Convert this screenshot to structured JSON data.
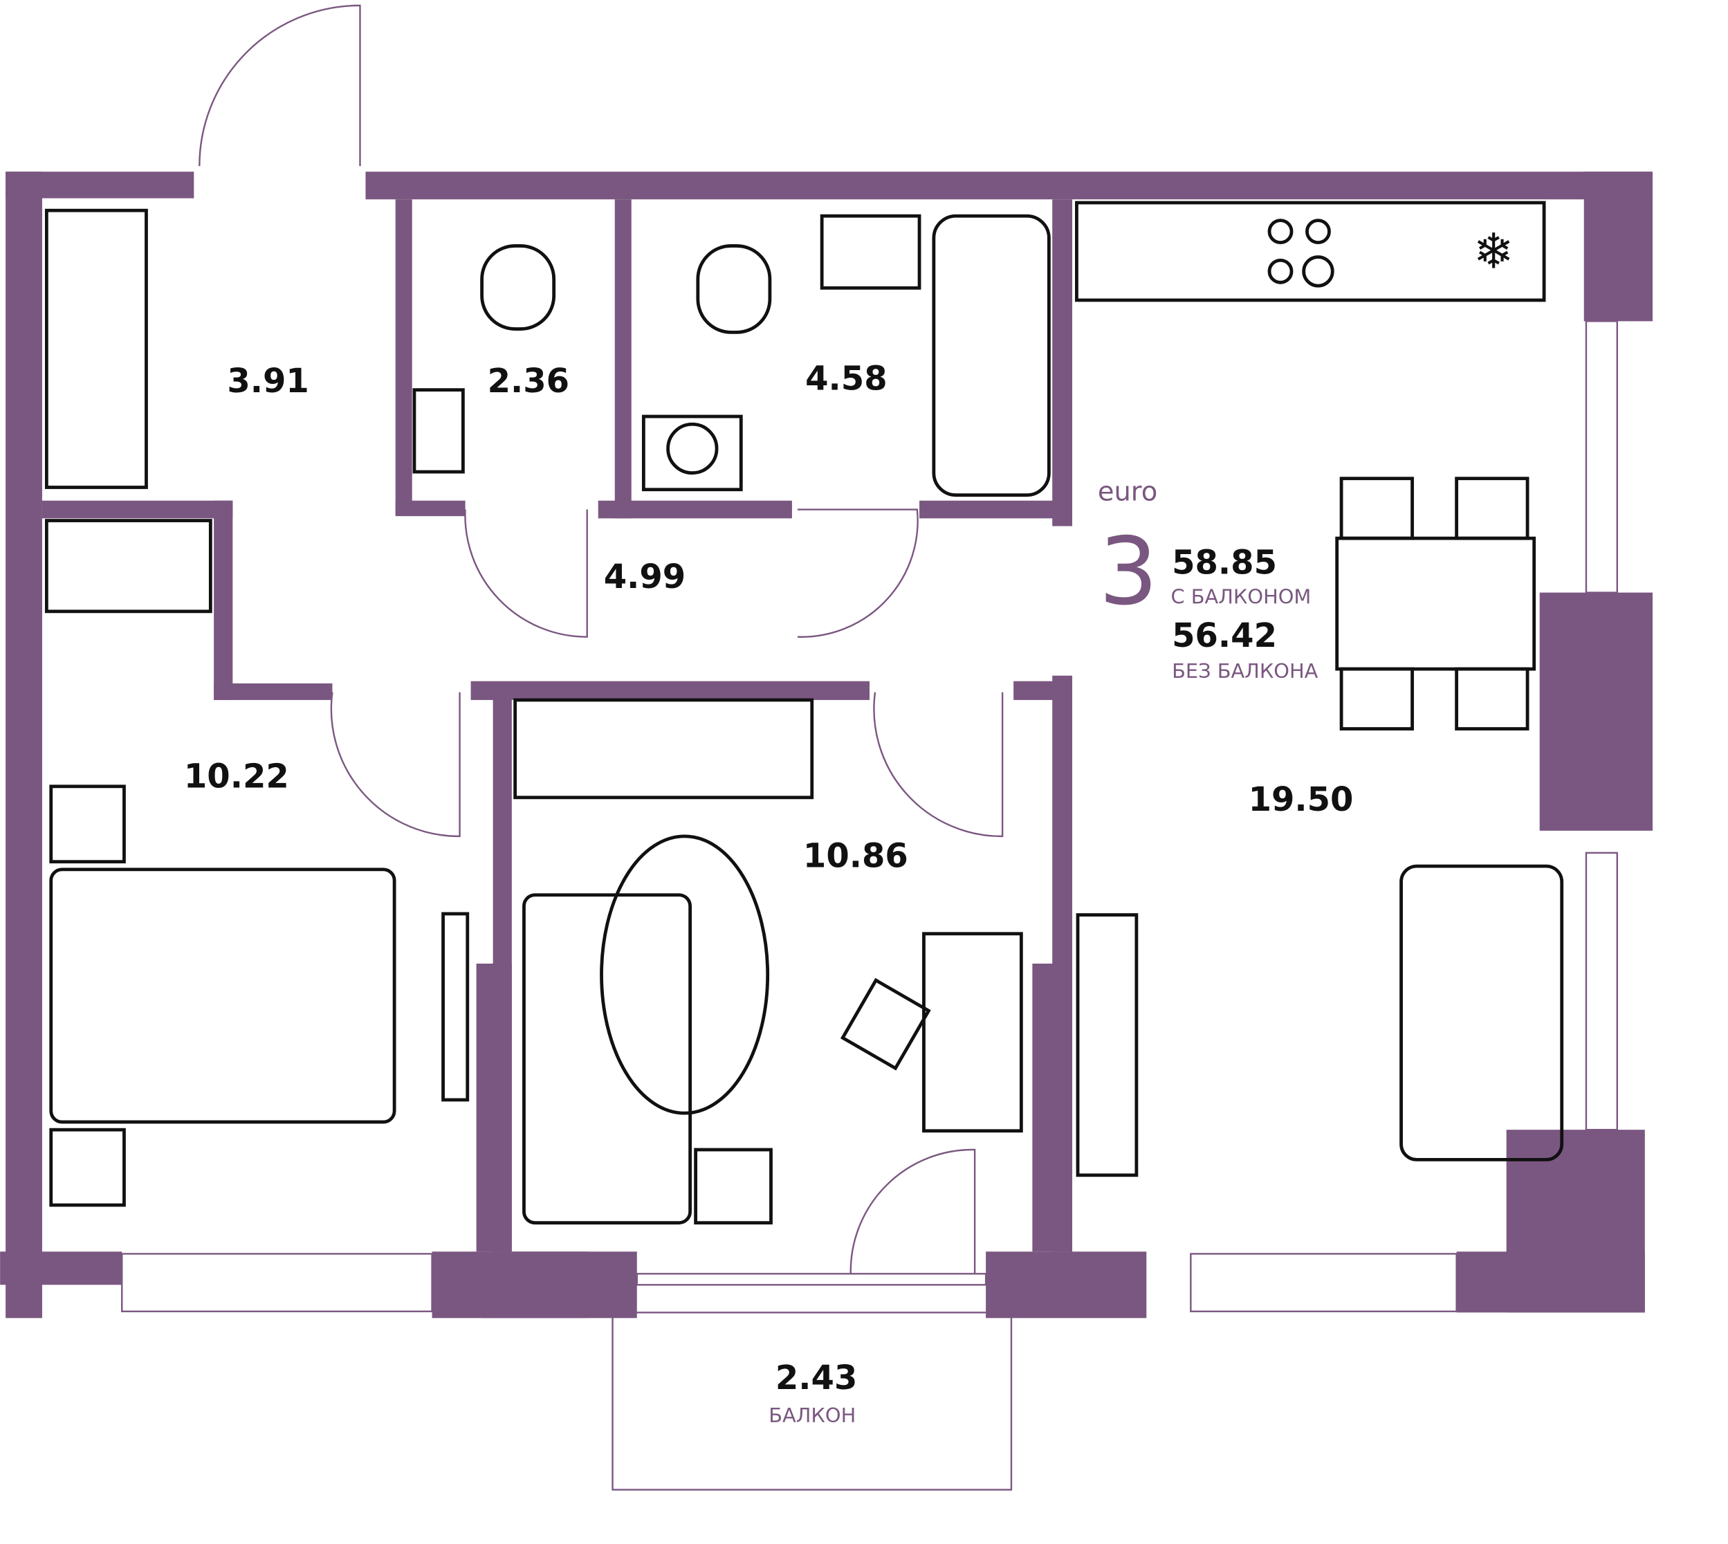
{
  "colors": {
    "wall": "#7a5780",
    "furniture": "#111111"
  },
  "summary": {
    "type": "euro",
    "rooms": "3",
    "area_with_balcony": "58.85",
    "with_balcony_label": "С БАЛКОНОМ",
    "area_without_balcony": "56.42",
    "without_balcony_label": "БЕЗ БАЛКОНА"
  },
  "rooms": [
    {
      "id": "entry",
      "area": "3.91"
    },
    {
      "id": "wc",
      "area": "2.36"
    },
    {
      "id": "bathroom",
      "area": "4.58"
    },
    {
      "id": "hall",
      "area": "4.99"
    },
    {
      "id": "bedroom-1",
      "area": "10.22"
    },
    {
      "id": "bedroom-2",
      "area": "10.86"
    },
    {
      "id": "kitchen-living",
      "area": "19.50"
    },
    {
      "id": "balcony",
      "area": "2.43",
      "label": "БАЛКОН"
    }
  ]
}
